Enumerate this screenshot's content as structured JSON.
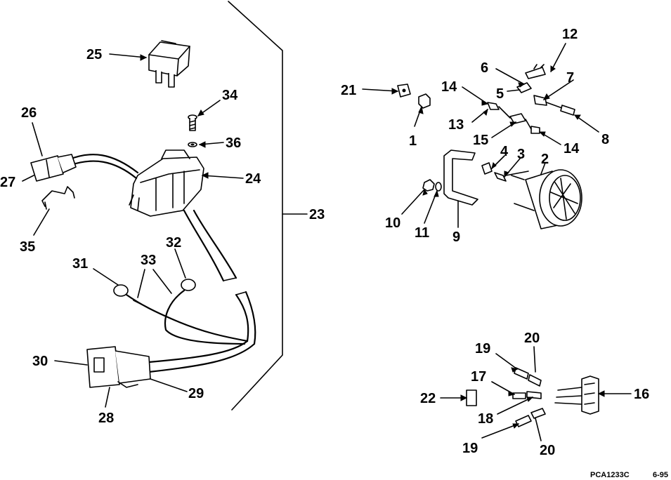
{
  "diagram": {
    "callouts": {
      "c1": "1",
      "c2": "2",
      "c3": "3",
      "c4": "4",
      "c5": "5",
      "c6": "6",
      "c7": "7",
      "c8": "8",
      "c9": "9",
      "c10": "10",
      "c11": "11",
      "c12": "12",
      "c13": "13",
      "c14a": "14",
      "c14b": "14",
      "c15": "15",
      "c16": "16",
      "c17": "17",
      "c18": "18",
      "c19a": "19",
      "c19b": "19",
      "c20a": "20",
      "c20b": "20",
      "c21": "21",
      "c22": "22",
      "c23": "23",
      "c24": "24",
      "c25": "25",
      "c26": "26",
      "c27": "27",
      "c28": "28",
      "c29": "29",
      "c30": "30",
      "c31": "31",
      "c32": "32",
      "c33": "33",
      "c34": "34",
      "c35": "35",
      "c36": "36"
    },
    "drawing_code": "PCA1233C",
    "date_code": "6-95"
  }
}
